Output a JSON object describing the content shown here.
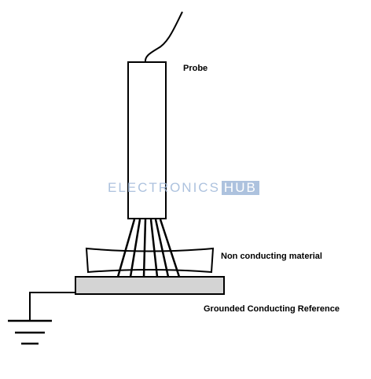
{
  "labels": {
    "probe": "Probe",
    "material": "Non conducting material",
    "ground_reference": "Grounded Conducting Reference"
  },
  "watermark": {
    "main": "ELECTRONICS",
    "box": "HUB",
    "color": "#9fb8d9"
  },
  "colors": {
    "stroke": "#000000",
    "reference_fill": "#d4d4d4"
  }
}
